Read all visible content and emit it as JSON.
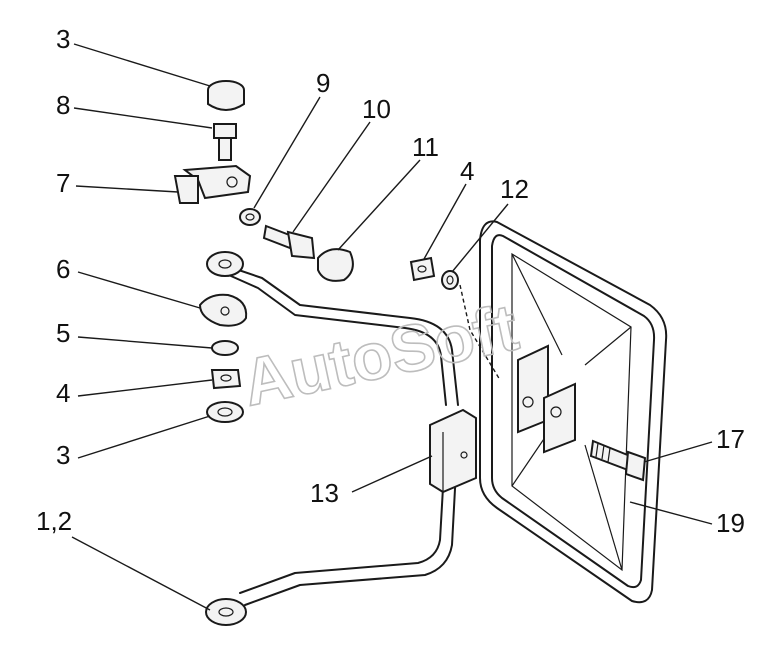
{
  "diagram": {
    "callouts": [
      {
        "id": "c3a",
        "text": "3"
      },
      {
        "id": "c8",
        "text": "8"
      },
      {
        "id": "c7",
        "text": "7"
      },
      {
        "id": "c6",
        "text": "6"
      },
      {
        "id": "c5",
        "text": "5"
      },
      {
        "id": "c4a",
        "text": "4"
      },
      {
        "id": "c3b",
        "text": "3"
      },
      {
        "id": "c12",
        "text": "1,2"
      },
      {
        "id": "c9",
        "text": "9"
      },
      {
        "id": "c10",
        "text": "10"
      },
      {
        "id": "c11",
        "text": "11"
      },
      {
        "id": "c4b",
        "text": "4"
      },
      {
        "id": "c12b",
        "text": "12"
      },
      {
        "id": "c13",
        "text": "13"
      },
      {
        "id": "c17",
        "text": "17"
      },
      {
        "id": "c19",
        "text": "19"
      }
    ],
    "watermark": "AutoSoft"
  }
}
